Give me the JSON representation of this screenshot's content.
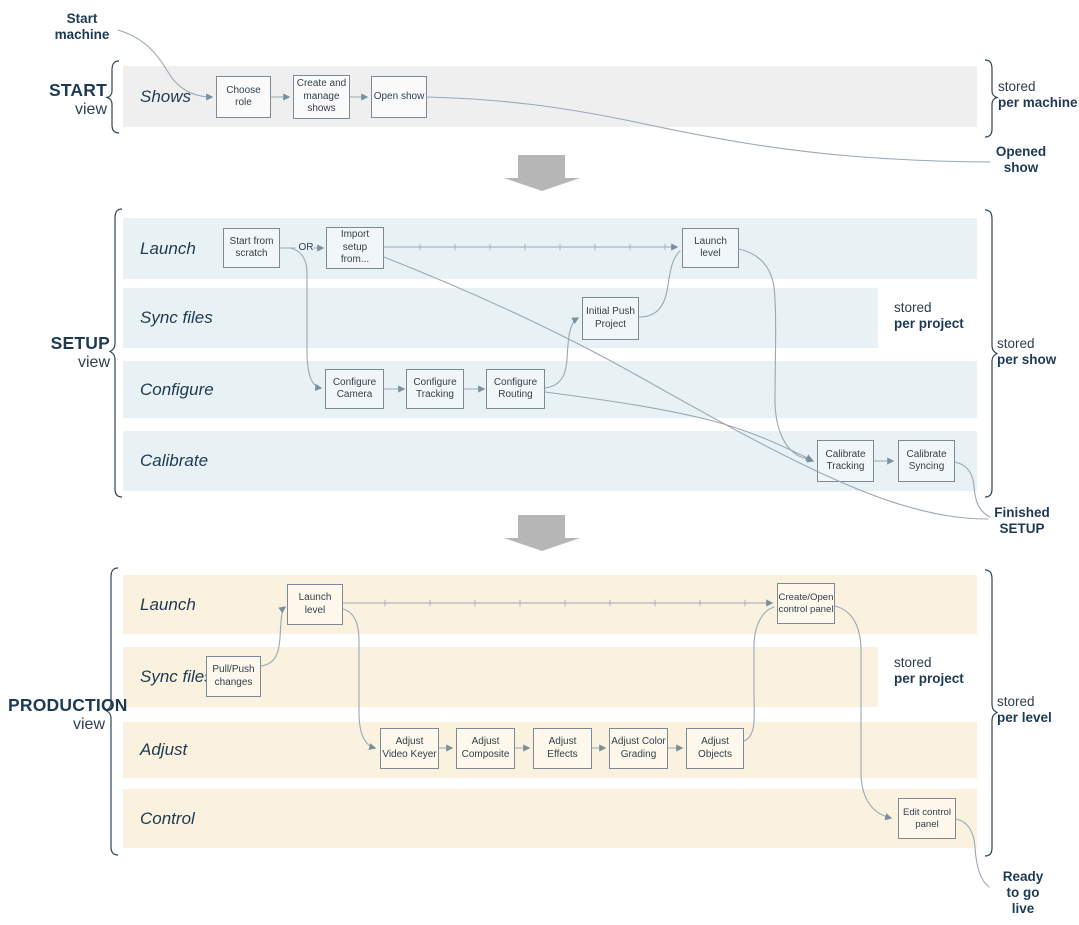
{
  "diagram": {
    "start": {
      "input_label": "Start machine",
      "title": "START",
      "subtitle": "view",
      "lane": "Shows",
      "boxes": {
        "choose_role": "Choose role",
        "create_manage": "Create and manage shows",
        "open_show": "Open show"
      },
      "stored_machine": {
        "prefix": "stored",
        "scope": "per machine"
      },
      "output_label": "Opened show"
    },
    "setup": {
      "title": "SETUP",
      "subtitle": "view",
      "lanes": {
        "launch": "Launch",
        "sync": "Sync files",
        "configure": "Configure",
        "calibrate": "Calibrate"
      },
      "or_label": "OR",
      "boxes": {
        "start_scratch": "Start from scratch",
        "import_setup": "Import setup from...",
        "launch_level": "Launch level",
        "initial_push": "Initial Push Project",
        "configure_camera": "Configure Camera",
        "configure_tracking": "Configure Tracking",
        "configure_routing": "Configure Routing",
        "calibrate_tracking": "Calibrate Tracking",
        "calibrate_syncing": "Calibrate Syncing"
      },
      "stored_project": {
        "prefix": "stored",
        "scope": "per project"
      },
      "stored_show": {
        "prefix": "stored",
        "scope": "per show"
      },
      "output_label": "Finished SETUP"
    },
    "production": {
      "title": "PRODUCTION",
      "subtitle": "view",
      "lanes": {
        "launch": "Launch",
        "sync": "Sync files",
        "adjust": "Adjust",
        "control": "Control"
      },
      "boxes": {
        "launch_level": "Launch level",
        "pull_push": "Pull/Push changes",
        "adjust_keyer": "Adjust Video Keyer",
        "adjust_composite": "Adjust Composite",
        "adjust_effects": "Adjust Effects",
        "adjust_grading": "Adjust Color Grading",
        "adjust_objects": "Adjust Objects",
        "create_open_panel": "Create/Open control panel",
        "edit_panel": "Edit control panel"
      },
      "stored_project": {
        "prefix": "stored",
        "scope": "per project"
      },
      "stored_level": {
        "prefix": "stored",
        "scope": "per level"
      },
      "output_label": "Ready to go live"
    },
    "colors": {
      "start_lane": "#efeff0",
      "setup_lane": "#e8f1f3",
      "production_lane": "#faf1de",
      "accent_navy": "#1d3a54",
      "connector": "#9aa8b5",
      "section_arrow": "#b6b6b6"
    }
  }
}
